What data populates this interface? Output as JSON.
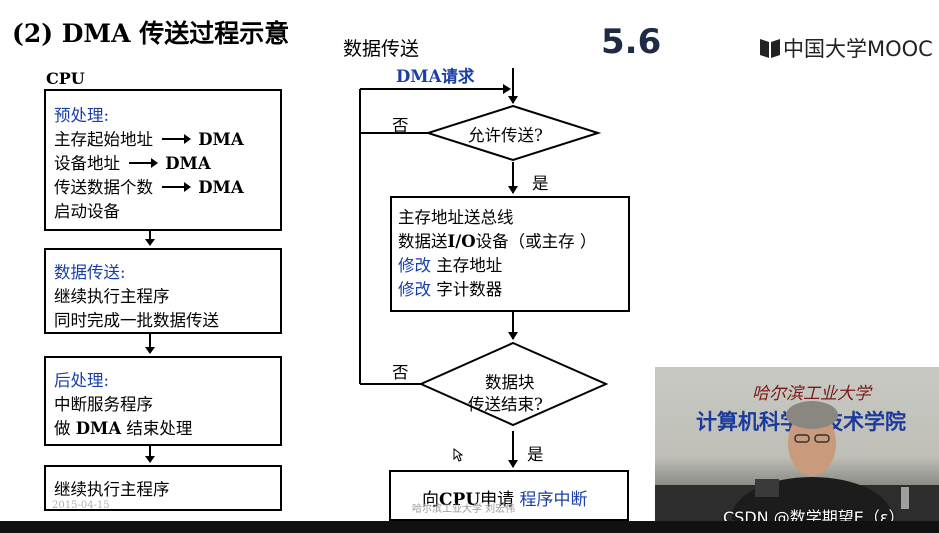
{
  "slide": {
    "title": "(2) DMA 传送过程示意",
    "subtitle": "数据传送",
    "section_number": "5.6",
    "logo_text": "中国大学MOOC",
    "date": "2015-04-15",
    "university_author": "哈尔滨工业大学  刘宏伟"
  },
  "cpu_column": {
    "label": "CPU",
    "box1": {
      "heading": "预处理:",
      "lines": [
        {
          "text": "主存起始地址",
          "tail": "DMA"
        },
        {
          "text": "设备地址",
          "tail": "DMA"
        },
        {
          "text": "传送数据个数",
          "tail": "DMA"
        },
        {
          "text": "启动设备",
          "tail": ""
        }
      ]
    },
    "box2": {
      "heading": "数据传送:",
      "lines": [
        "继续执行主程序",
        "同时完成一批数据传送"
      ]
    },
    "box3": {
      "heading": "后处理:",
      "line1": "中断服务程序",
      "line2_prefix": "做 ",
      "line2_bold": "DMA",
      "line2_suffix": " 结束处理"
    },
    "box4": {
      "text": "继续执行主程序"
    }
  },
  "flowchart": {
    "dma_request": "DMA请求",
    "decision1": "允许传送?",
    "no1": "否",
    "yes1": "是",
    "process": {
      "line1": "主存地址送总线",
      "line2_a": "数据送",
      "line2_b": "I/O",
      "line2_c": "设备（或主存 ）",
      "line3_kw": "修改",
      "line3_rest": " 主存地址",
      "line4_kw": "修改",
      "line4_rest": " 字计数器"
    },
    "decision2_line1": "数据块",
    "decision2_line2": "传送结束?",
    "no2": "否",
    "yes2": "是",
    "end": {
      "prefix": "向",
      "cpu": "CPU",
      "middle": "申请 ",
      "kw": "程序中断"
    }
  },
  "video": {
    "brand": "哈尔滨工业大学",
    "school": "计算机科学与技术学院",
    "watermark": "CSDN @数学期望E（ε）"
  },
  "colors": {
    "accent_blue": "#1a3fa8",
    "logo_blue": "#1a3a9c",
    "section_number": "#1f2a44"
  }
}
